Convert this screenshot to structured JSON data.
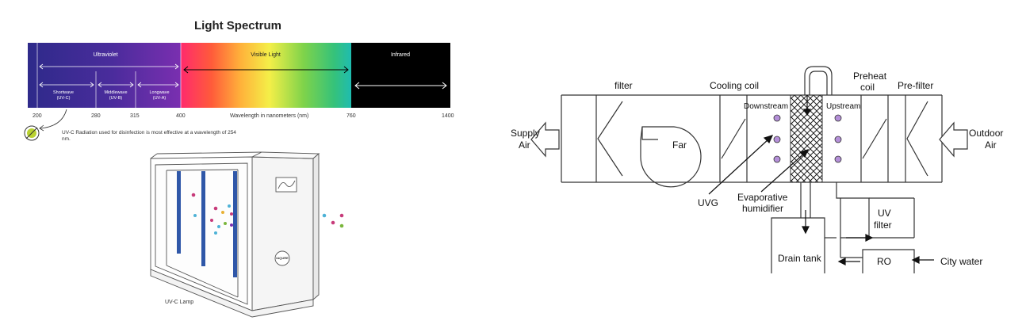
{
  "spectrum": {
    "title": "Light Spectrum",
    "bands": {
      "ultraviolet": "Ultraviolet",
      "visible": "Visible Light",
      "infrared": "Infrared"
    },
    "uv_sub": {
      "short_1": "Shortwave",
      "short_2": "(UV-C)",
      "middle_1": "Middlewave",
      "middle_2": "(UV-B)",
      "long_1": "Longwave",
      "long_2": "(UV-A)"
    },
    "ticks": [
      "200",
      "280",
      "315",
      "400",
      "760",
      "1400"
    ],
    "axis_label": "Wavelength in nanometers (nm)",
    "note": "UV-C Radiation used for disinfection is most effective at a wavelength of 254 nm.",
    "lamp_caption": "UV-C Lamp",
    "unit_badge": "IAQURE",
    "colors": {
      "uv": "#3b2a8f",
      "infrared": "#000000",
      "lamp_tube": "#2f57a8"
    }
  },
  "ahu": {
    "labels": {
      "filter": "filter",
      "cooling_coil": "Cooling coil",
      "preheat_1": "Preheat",
      "preheat_2": "coil",
      "prefilter": "Pre-filter",
      "downstream": "Downstream",
      "upstream": "Upstream",
      "supply_1": "Supply",
      "supply_2": "Air",
      "outdoor_1": "Outdoor",
      "outdoor_2": "Air",
      "fan": "Far",
      "uvg": "UVG",
      "evap_1": "Evaporative",
      "evap_2": "humidifier",
      "uv_filter_1": "UV",
      "uv_filter_2": "filter",
      "drain": "Drain tank",
      "ro": "RO",
      "city_water": "City water"
    },
    "colors": {
      "lamp_dot": "#b48fd8"
    }
  }
}
